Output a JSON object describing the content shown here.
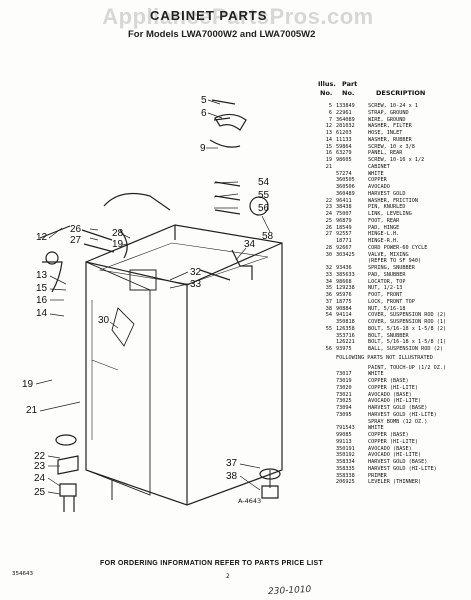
{
  "watermark": "AppliancePartsPros.com",
  "title": "CABINET PARTS",
  "subtitle": "For Models LWA7000W2 and LWA7005W2",
  "table_header": {
    "illus_label": "Illus.",
    "no_label": "No.",
    "part_label": "Part",
    "part_no_label": "No.",
    "description_label": "DESCRIPTION"
  },
  "parts": [
    {
      "no": "5",
      "pn": "133849",
      "desc": "SCREW, 10-24 x 1"
    },
    {
      "no": "6",
      "pn": "22961",
      "desc": "STRAP, GROUND"
    },
    {
      "no": "7",
      "pn": "364089",
      "desc": "WIRE, GROUND"
    },
    {
      "no": "12",
      "pn": "281032",
      "desc": "WASHER, FILTER"
    },
    {
      "no": "13",
      "pn": "61203",
      "desc": "HOSE, INLET"
    },
    {
      "no": "14",
      "pn": "11133",
      "desc": "WASHER, RUBBER"
    },
    {
      "no": "15",
      "pn": "59864",
      "desc": "SCREW, 10 x 3/8"
    },
    {
      "no": "16",
      "pn": "63279",
      "desc": "PANEL, REAR"
    },
    {
      "no": "19",
      "pn": "98605",
      "desc": "SCREW, 10-16 x 1/2"
    },
    {
      "no": "21",
      "pn": "",
      "desc": "CABINET"
    },
    {
      "no": "",
      "pn": "57274",
      "desc": "WHITE"
    },
    {
      "no": "",
      "pn": "360505",
      "desc": "COPPER"
    },
    {
      "no": "",
      "pn": "360506",
      "desc": "AVOCADO"
    },
    {
      "no": "",
      "pn": "360489",
      "desc": "HARVEST GOLD"
    },
    {
      "no": "22",
      "pn": "96411",
      "desc": "WASHER, FRICTION"
    },
    {
      "no": "23",
      "pn": "38438",
      "desc": "PIN, KNURLED"
    },
    {
      "no": "24",
      "pn": "75007",
      "desc": "LINK, LEVELING"
    },
    {
      "no": "25",
      "pn": "96879",
      "desc": "FOOT, REAR"
    },
    {
      "no": "26",
      "pn": "18549",
      "desc": "PAD, HINGE"
    },
    {
      "no": "27",
      "pn": "92557",
      "desc": "HINGE-L.H."
    },
    {
      "no": "",
      "pn": "18771",
      "desc": "HINGE-R.H."
    },
    {
      "no": "28",
      "pn": "92667",
      "desc": "CORD POWER-60 CYCLE"
    },
    {
      "no": "30",
      "pn": "303425",
      "desc": "VALVE, MIXING"
    },
    {
      "no": "",
      "pn": "",
      "desc": "(REFER TO SF 940)"
    },
    {
      "no": "32",
      "pn": "93436",
      "desc": "SPRING, SNUBBER"
    },
    {
      "no": "33",
      "pn": "385633",
      "desc": "PAD, SNUBBER"
    },
    {
      "no": "34",
      "pn": "98668",
      "desc": "LOCATOR, TOP"
    },
    {
      "no": "35",
      "pn": "129238",
      "desc": "NUT, 1/2-13"
    },
    {
      "no": "36",
      "pn": "95976",
      "desc": "FOOT, FRONT"
    },
    {
      "no": "37",
      "pn": "18775",
      "desc": "LOCK, FRONT TOP"
    },
    {
      "no": "38",
      "pn": "90884",
      "desc": "NUT, 5/16-18"
    },
    {
      "no": "54",
      "pn": "94114",
      "desc": "COVER, SUSPENSION ROD (2)"
    },
    {
      "no": "",
      "pn": "350818",
      "desc": "COVER, SUSPENSION ROD (1)"
    },
    {
      "no": "55",
      "pn": "126358",
      "desc": "BOLT, 5/16-18 x 1-5/8 (2)"
    },
    {
      "no": "",
      "pn": "353716",
      "desc": "BOLT, SNUBBER"
    },
    {
      "no": "",
      "pn": "126221",
      "desc": "BOLT, 5/16-18 x 1-5/8 (1)"
    },
    {
      "no": "56",
      "pn": "93975",
      "desc": "BALL, SUSPENSION ROD (2)"
    }
  ],
  "not_illustrated_heading": "FOLLOWING PARTS NOT ILLUSTRATED",
  "extra_parts": [
    {
      "pn": "",
      "desc": "PAINT, TOUCH-UP (1/2 OZ.)"
    },
    {
      "pn": "73017",
      "desc": "WHITE"
    },
    {
      "pn": "73019",
      "desc": "COPPER (BASE)"
    },
    {
      "pn": "73020",
      "desc": "COPPER (HI-LITE)"
    },
    {
      "pn": "73021",
      "desc": "AVOCADO (BASE)"
    },
    {
      "pn": "73025",
      "desc": "AVOCADO (HI-LITE)"
    },
    {
      "pn": "73094",
      "desc": "HARVEST GOLD (BASE)"
    },
    {
      "pn": "73095",
      "desc": "HARVEST GOLD (HI-LITE)"
    },
    {
      "pn": "",
      "desc": "SPRAY BOMB (12 OZ.)"
    },
    {
      "pn": "791543",
      "desc": "WHITE"
    },
    {
      "pn": "99085",
      "desc": "COPPER (BASE)"
    },
    {
      "pn": "99113",
      "desc": "COPPER (HI-LITE)"
    },
    {
      "pn": "350191",
      "desc": "AVOCADO (BASE)"
    },
    {
      "pn": "350192",
      "desc": "AVOCADO (HI-LITE)"
    },
    {
      "pn": "358334",
      "desc": "HARVEST GOLD (BASE)"
    },
    {
      "pn": "358335",
      "desc": "HARVEST GOLD (HI-LITE)"
    },
    {
      "pn": "358338",
      "desc": "PRIMER"
    },
    {
      "pn": "206925",
      "desc": "LEVELER (THINNER)"
    }
  ],
  "figure_code": "A-4643",
  "footer": "FOR ORDERING INFORMATION REFER TO PARTS PRICE LIST",
  "doc_number": "354643",
  "page_number": "2",
  "handwritten": "230-1010",
  "callouts": {
    "c5": "5",
    "c6": "6",
    "c9": "9",
    "c54": "54",
    "c55": "55",
    "c56": "56",
    "c58": "58",
    "c12": "12",
    "c26": "26",
    "c27": "27",
    "c28": "28",
    "c19a": "19",
    "c34": "34",
    "c13": "13",
    "c32": "32",
    "c33": "33",
    "c15": "15",
    "c16": "16",
    "c14": "14",
    "c30": "30",
    "c19b": "19",
    "c21": "21",
    "c22": "22",
    "c23": "23",
    "c24": "24",
    "c25": "25",
    "c37": "37",
    "c38": "38"
  }
}
